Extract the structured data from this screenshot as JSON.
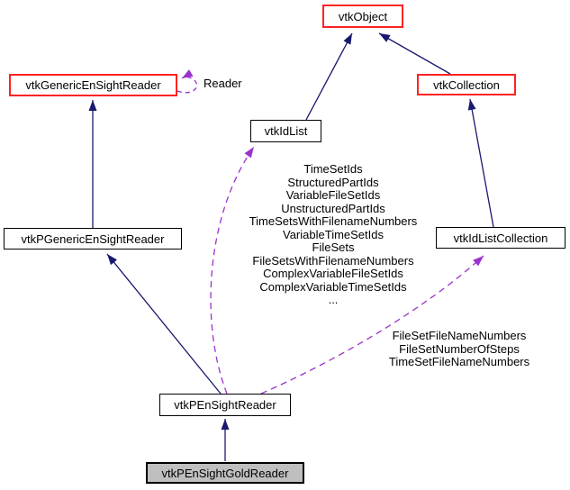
{
  "nodes": [
    {
      "id": "vtkObject",
      "label": "vtkObject"
    },
    {
      "id": "vtkGenericEnSightReader",
      "label": "vtkGenericEnSightReader"
    },
    {
      "id": "vtkCollection",
      "label": "vtkCollection"
    },
    {
      "id": "vtkIdList",
      "label": "vtkIdList"
    },
    {
      "id": "vtkPGenericEnSightReader",
      "label": "vtkPGenericEnSightReader"
    },
    {
      "id": "vtkIdListCollection",
      "label": "vtkIdListCollection"
    },
    {
      "id": "vtkPEnSightReader",
      "label": "vtkPEnSightReader"
    },
    {
      "id": "vtkPEnSightGoldReader",
      "label": "vtkPEnSightGoldReader"
    }
  ],
  "edge_labels": {
    "reader": "Reader",
    "idlist_members": "TimeSetIds\nStructuredPartIds\nVariableFileSetIds\nUnstructuredPartIds\nTimeSetsWithFilenameNumbers\nVariableTimeSetIds\nFileSets\nFileSetsWithFilenameNumbers\nComplexVariableFileSetIds\nComplexVariableTimeSetIds\n...",
    "idlistcollection_members": "FileSetFileNameNumbers\nFileSetNumberOfSteps\nTimeSetFileNameNumbers"
  },
  "colors": {
    "inheritance_edge": "#191970",
    "usage_edge": "#9a32cd",
    "linked_node_border": "#ff2222",
    "default_node_border": "#000000",
    "current_node_fill": "#bfbfbf",
    "node_fill": "#ffffff",
    "background": "#ffffff"
  }
}
